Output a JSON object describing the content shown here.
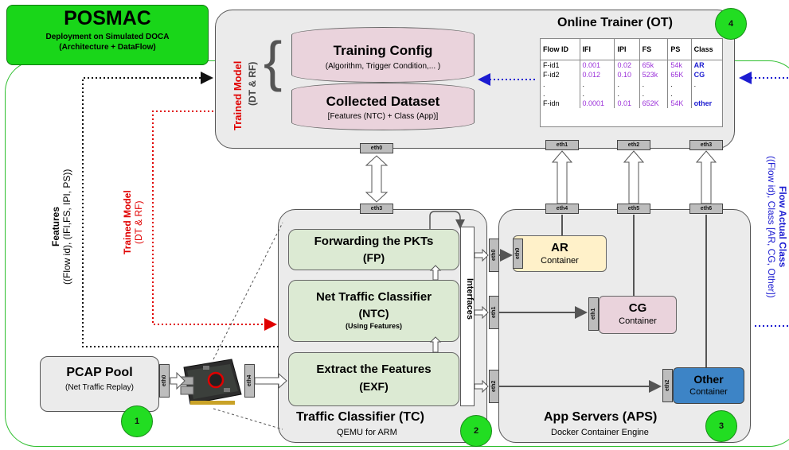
{
  "header": {
    "title": "POSMAC",
    "subtitle_line1": "Deployment on Simulated DOCA",
    "subtitle_line2": "(Architecture + DataFlow)"
  },
  "online_trainer": {
    "title": "Online Trainer (OT)",
    "badge": "4",
    "trained_model_label": "Trained Model",
    "trained_model_sub": "(DT & RF)",
    "training_config_title": "Training Config",
    "training_config_sub": "(Algorithm, Trigger Condition,... )",
    "dataset_title": "Collected Dataset",
    "dataset_sub": "[Features (NTC) + Class (App)]",
    "table": {
      "headers": [
        "Flow ID",
        "IFI",
        "IPI",
        "FS",
        "PS",
        "Class"
      ],
      "rows": [
        [
          "F-id1",
          "0.001",
          "0.02",
          "65k",
          "54k",
          "AR"
        ],
        [
          "F-id2",
          "0.012",
          "0.10",
          "523k",
          "65K",
          "CG"
        ],
        [
          ".",
          ".",
          ".",
          ".",
          ".",
          "."
        ],
        [
          ".",
          ".",
          ".",
          ".",
          ".",
          ""
        ],
        [
          "F-idn",
          "0.0001",
          "0.01",
          "652K",
          "54K",
          "other"
        ]
      ]
    },
    "ports": [
      "eth0",
      "eth1",
      "eth2",
      "eth3"
    ]
  },
  "traffic_classifier": {
    "title": "Traffic Classifier (TC)",
    "sub": "QEMU for ARM",
    "badge": "2",
    "fp_title": "Forwarding the PKTs",
    "fp_abbr": "(FP)",
    "ntc_title": "Net Traffic Classifier",
    "ntc_abbr": "(NTC)",
    "ntc_sub": "(Using Features)",
    "exf_title": "Extract the Features",
    "exf_abbr": "(EXF)",
    "interfaces_label": "Interfaces",
    "eth3": "eth3",
    "eth4": "eth4"
  },
  "app_servers": {
    "title": "App Servers (APS)",
    "sub": "Docker Container Engine",
    "badge": "3",
    "ar": {
      "name": "AR",
      "sub": "Container",
      "eth": "eth0"
    },
    "cg": {
      "name": "CG",
      "sub": "Container",
      "eth": "eth1"
    },
    "other": {
      "name": "Other",
      "sub": "Container",
      "eth": "eth2"
    },
    "ports_top": [
      "eth4",
      "eth5",
      "eth6"
    ],
    "tc_ports": [
      "eth0",
      "eth1",
      "eth2"
    ]
  },
  "pcap": {
    "title": "PCAP Pool",
    "sub": "(Net Traffic Replay)",
    "badge": "1",
    "eth": "eth0"
  },
  "side_labels": {
    "features_title": "Features",
    "features_sub": "((Flow id), (IFI,FS, IPI, PS))",
    "trained_model_title": "Trained Model",
    "trained_model_sub": "(DT & RF)",
    "flow_class_title": "Flow Actual Class",
    "flow_class_sub": "((Flow id), Class [AR, CG, Other])",
    "arrow_ar": "AR",
    "arrow_cg": "CG",
    "arrow_other": "other"
  },
  "colors": {
    "green": "#22dd22",
    "pink": "#ead3dc",
    "yellow": "#fff1c9",
    "blue_container": "#3d84c6",
    "red": "#e00000",
    "blue": "#1c1cd1"
  }
}
